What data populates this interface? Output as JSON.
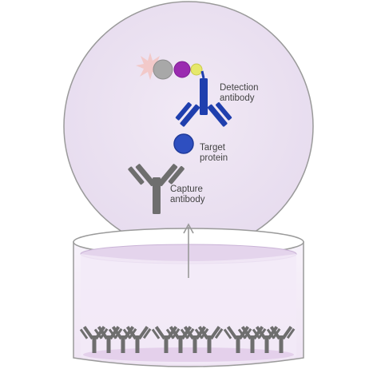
{
  "labels": {
    "detection": [
      "Detection",
      "antibody"
    ],
    "target": [
      "Target",
      "protein"
    ],
    "capture": [
      "Capture",
      "antibody"
    ]
  },
  "colors": {
    "zoom_circle_fill": "#ede4f2",
    "zoom_circle_stroke": "#9a9a9a",
    "well_fill": "#f6f0f9",
    "well_liquid": "#e8d8ee",
    "capture_antibody": "#6e6e6e",
    "detection_antibody": "#1f3fae",
    "target_protein": "#2e4fc0",
    "enzyme_gray": "#a8a8a8",
    "enzyme_purple": "#9a2bb0",
    "enzyme_yellow": "#e6e86a",
    "signal_burst": "#f2c9c9",
    "arrow": "#999999",
    "text": "#444444"
  },
  "icons": [
    "signal-burst-icon",
    "enzyme-conjugate-icon",
    "antibody-icon",
    "protein-icon",
    "arrow-up-icon"
  ]
}
